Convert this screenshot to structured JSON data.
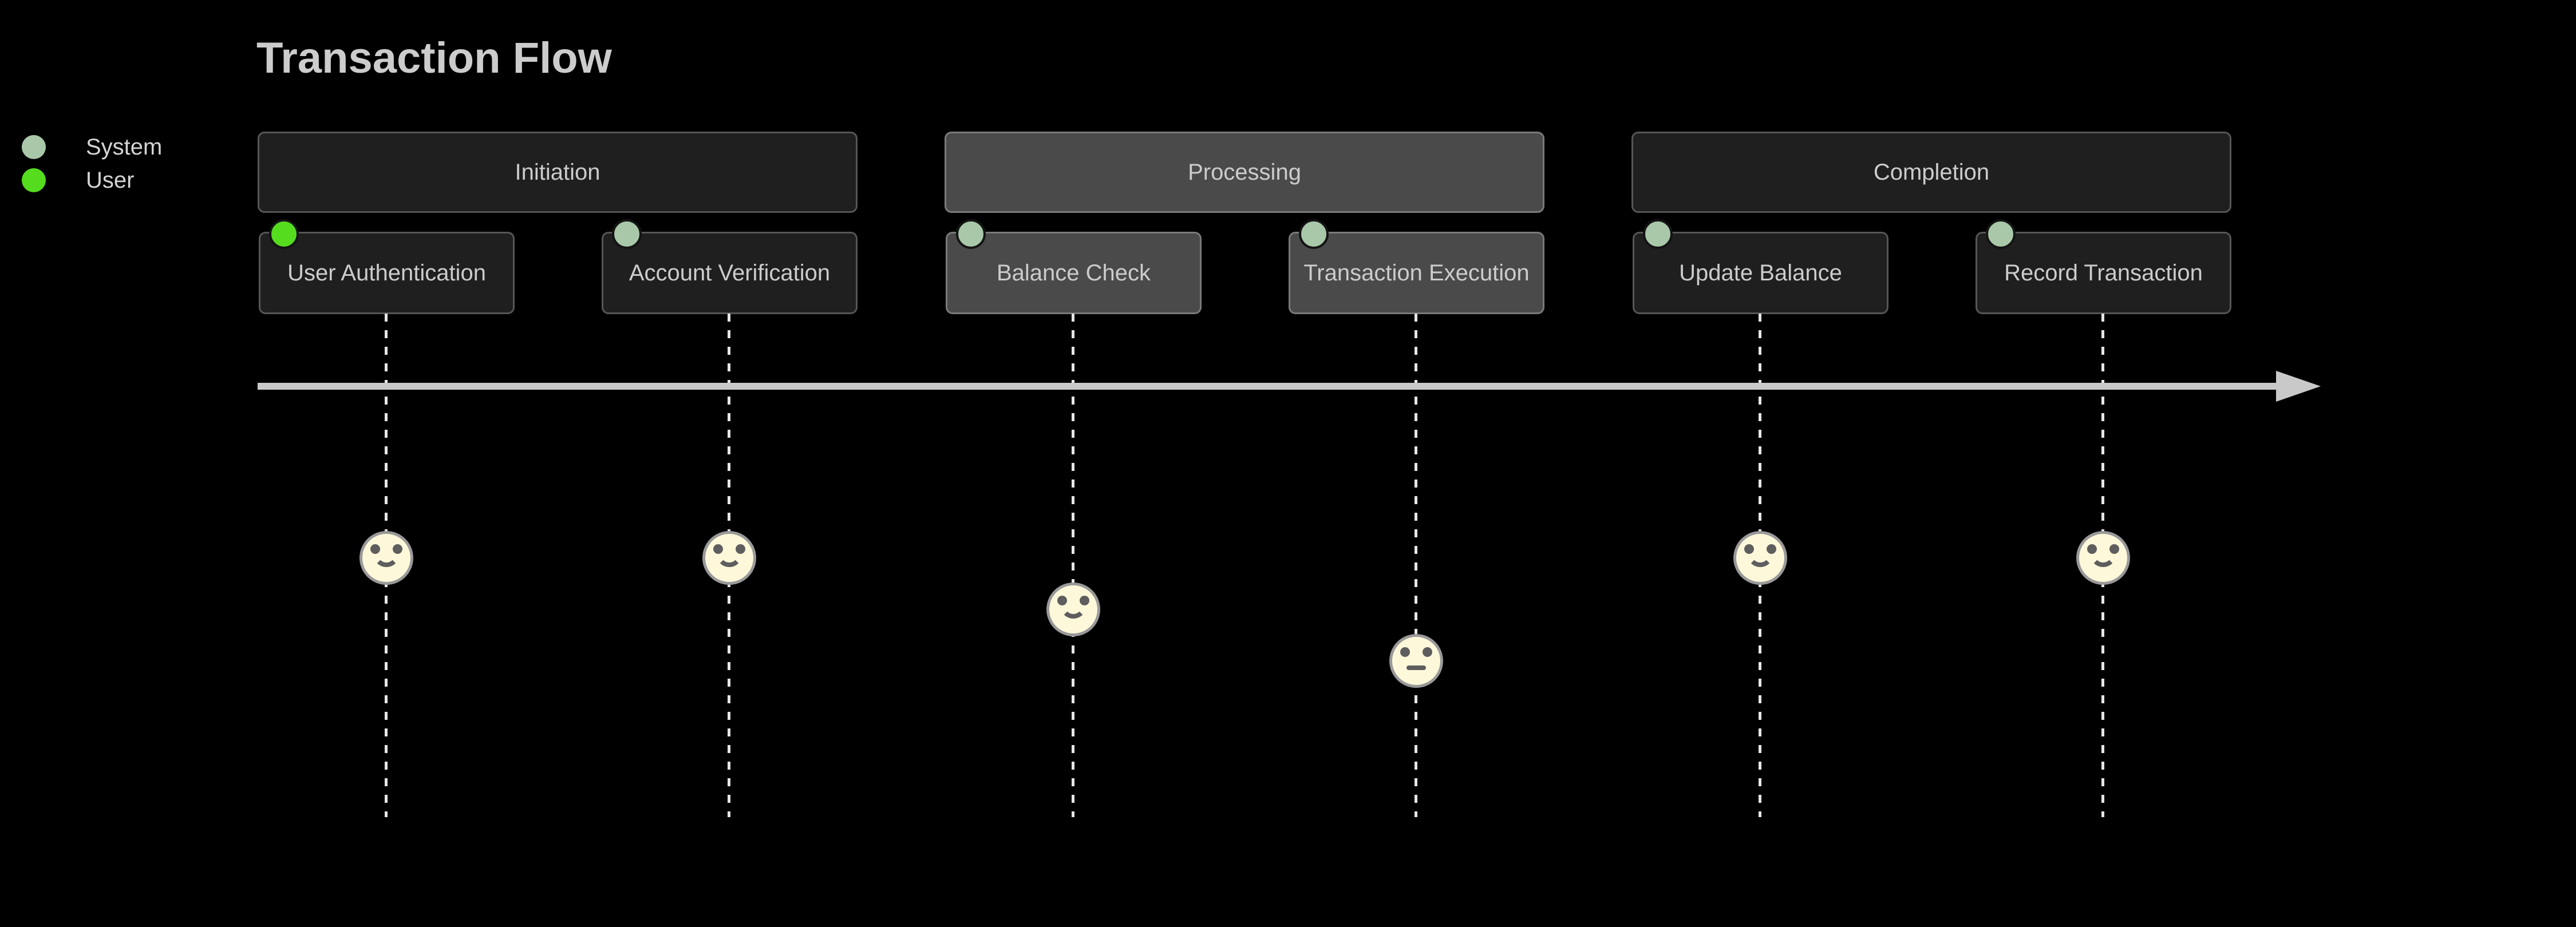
{
  "title": "Transaction Flow",
  "legend": {
    "items": [
      {
        "name": "System",
        "color": "#a9c8a9"
      },
      {
        "name": "User",
        "color": "#55dc1e"
      }
    ]
  },
  "sections": [
    {
      "label": "Initiation",
      "tone": "dark",
      "tasks": [
        {
          "label": "User Authentication",
          "actor": "User",
          "face": "smile",
          "level": "high"
        },
        {
          "label": "Account Verification",
          "actor": "System",
          "face": "smile",
          "level": "high"
        }
      ]
    },
    {
      "label": "Processing",
      "tone": "light",
      "tasks": [
        {
          "label": "Balance Check",
          "actor": "System",
          "face": "smile",
          "level": "medium"
        },
        {
          "label": "Transaction Execution",
          "actor": "System",
          "face": "neutral",
          "level": "low"
        }
      ]
    },
    {
      "label": "Completion",
      "tone": "dark",
      "tasks": [
        {
          "label": "Update Balance",
          "actor": "System",
          "face": "smile",
          "level": "high"
        },
        {
          "label": "Record Transaction",
          "actor": "System",
          "face": "smile",
          "level": "high"
        }
      ]
    }
  ],
  "colors": {
    "background": "#000000",
    "title_text": "#cccccc",
    "section_dark_fill": "#1f1f1f",
    "section_light_fill": "#4a4a4a",
    "box_border_dark": "#565656",
    "box_border_light": "#7a7a7a",
    "box_text": "#cccccc",
    "actor_system": "#a9c8a9",
    "actor_user": "#55dc1e",
    "timeline_arrow": "#c9c9c9",
    "guideline": "#e6e6e6",
    "face_fill": "#fdf8da",
    "face_stroke": "#999999",
    "face_features": "#5e5e5e"
  }
}
